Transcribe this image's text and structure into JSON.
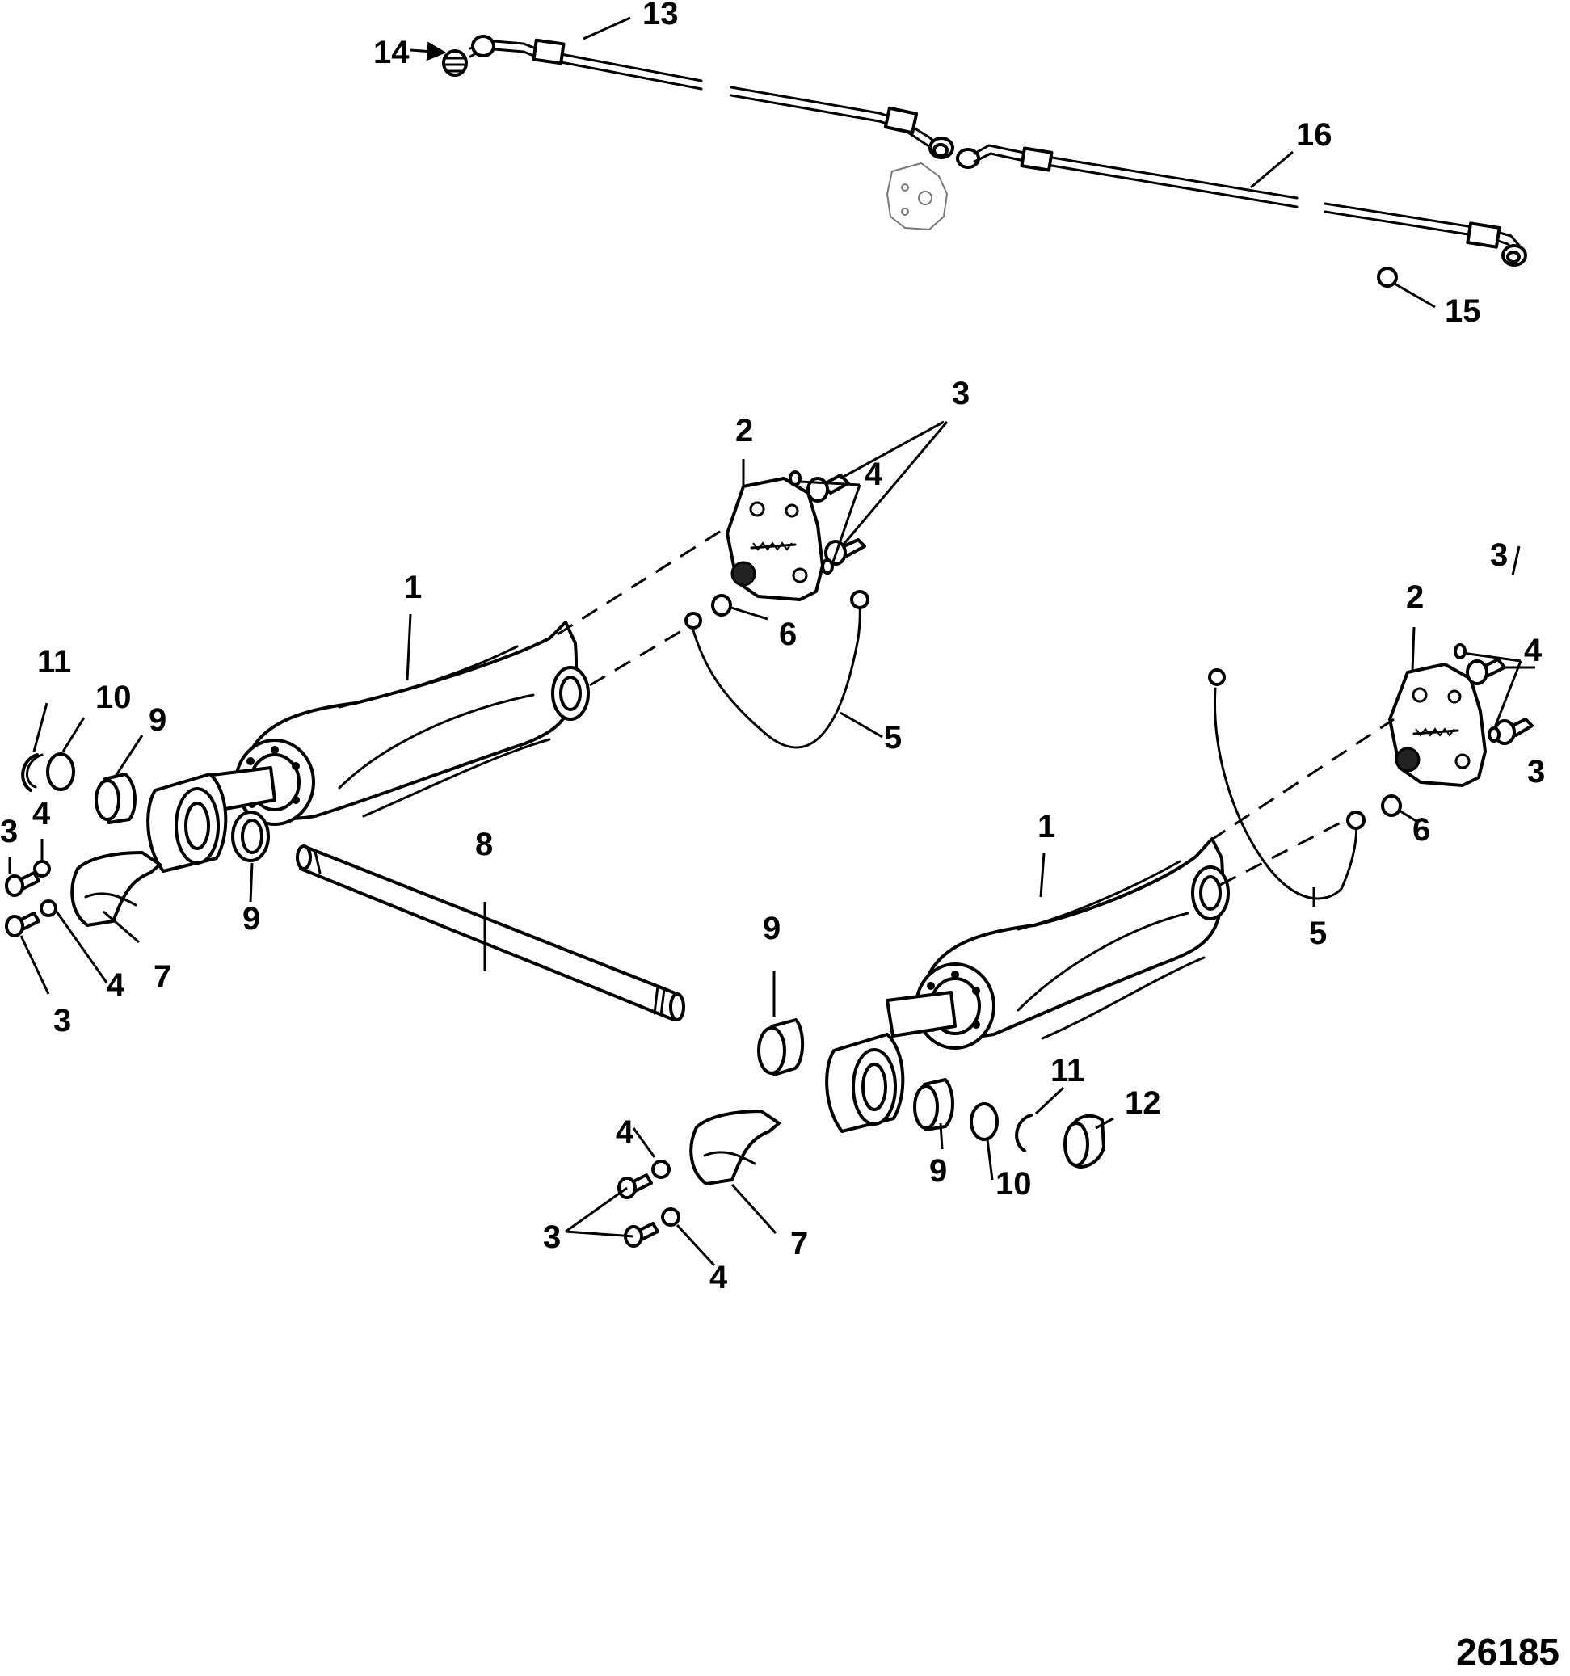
{
  "figure_number": "26185",
  "callouts": {
    "c1a": "1",
    "c1b": "1",
    "c2a": "2",
    "c2b": "2",
    "c3a": "3",
    "c3b": "3",
    "c3c": "3",
    "c3d": "3",
    "c3e": "3",
    "c3f": "3",
    "c4a": "4",
    "c4b": "4",
    "c4c": "4",
    "c4d": "4",
    "c4e": "4",
    "c4f": "4",
    "c5a": "5",
    "c5b": "5",
    "c6a": "6",
    "c6b": "6",
    "c7a": "7",
    "c7b": "7",
    "c8": "8",
    "c9a": "9",
    "c9b": "9",
    "c9c": "9",
    "c9d": "9",
    "c10a": "10",
    "c10b": "10",
    "c11a": "11",
    "c11b": "11",
    "c12": "12",
    "c13": "13",
    "c14": "14",
    "c15": "15",
    "c16": "16"
  }
}
